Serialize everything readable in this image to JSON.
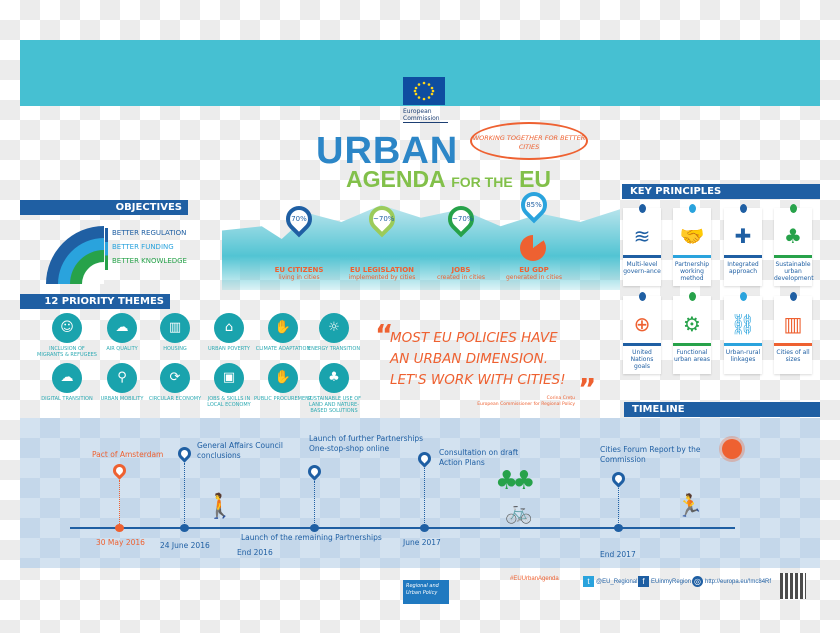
{
  "header": {
    "org_logo": "European Commission",
    "org_name": "European Commission",
    "title_line1": "URBAN",
    "title_line2": "AGENDA",
    "title_line2_small": "FOR THE",
    "title_line2_end": "EU",
    "slogan": "WORKING TOGETHER FOR BETTER CITIES"
  },
  "objectives": {
    "heading": "OBJECTIVES",
    "items": [
      {
        "label": "BETTER REGULATION",
        "color": "#1f5fa3"
      },
      {
        "label": "BETTER FUNDING",
        "color": "#2aa3dd"
      },
      {
        "label": "BETTER KNOWLEDGE",
        "color": "#27a24a"
      }
    ]
  },
  "themes": {
    "heading": "12 PRIORITY THEMES",
    "items": [
      {
        "label": "INCLUSION OF MIGRANTS & REFUGEES",
        "icon": "people-icon"
      },
      {
        "label": "AIR QUALITY",
        "icon": "cloud-icon"
      },
      {
        "label": "HOUSING",
        "icon": "building-icon"
      },
      {
        "label": "URBAN POVERTY",
        "icon": "shelter-icon"
      },
      {
        "label": "CLIMATE ADAPTATION",
        "icon": "hand-plant-icon"
      },
      {
        "label": "ENERGY TRANSITION",
        "icon": "plug-icon"
      },
      {
        "label": "DIGITAL TRANSITION",
        "icon": "cloud-digital-icon"
      },
      {
        "label": "URBAN MOBILITY",
        "icon": "location-pins-icon"
      },
      {
        "label": "CIRCULAR ECONOMY",
        "icon": "cycle-icon"
      },
      {
        "label": "JOBS & SKILLS IN LOCAL ECONOMY",
        "icon": "bag-icon"
      },
      {
        "label": "PUBLIC PROCUREMENT",
        "icon": "hand-money-icon"
      },
      {
        "label": "SUSTAINABLE USE OF LAND AND NATURE-BASED SOLUTIONS",
        "icon": "tree-bench-icon"
      }
    ]
  },
  "stats": [
    {
      "value": "70%",
      "title": "EU CITIZENS",
      "sub": "living in cities",
      "color": "#1f5fa3"
    },
    {
      "value": "~70%",
      "title": "EU LEGISLATION",
      "sub": "implemented by cities",
      "color": "#9bcb5a"
    },
    {
      "value": "~70%",
      "title": "JOBS",
      "sub": "created in cities",
      "color": "#27a24a"
    },
    {
      "value": "85%",
      "title": "EU GDP",
      "sub": "generated in cities",
      "color": "#2aa3dd"
    }
  ],
  "key_principles": {
    "heading": "KEY PRINCIPLES",
    "items": [
      {
        "label": "Multi-level govern-ance",
        "icon": "layers-icon",
        "color": "#1f5fa3"
      },
      {
        "label": "Partnership working method",
        "icon": "handshake-icon",
        "color": "#2aa3dd"
      },
      {
        "label": "Integrated approach",
        "icon": "puzzle-icon",
        "color": "#1f5fa3"
      },
      {
        "label": "Sustainable urban development",
        "icon": "tree-icon",
        "color": "#27a24a"
      },
      {
        "label": "United Nations goals",
        "icon": "globe-icon",
        "color": "#1f5fa3"
      },
      {
        "label": "Functional urban areas",
        "icon": "gears-icon",
        "color": "#27a24a"
      },
      {
        "label": "Urban-rural linkages",
        "icon": "link-icon",
        "color": "#2aa3dd"
      },
      {
        "label": "Cities of all sizes",
        "icon": "buildings-icon",
        "color": "#ee6131"
      }
    ]
  },
  "quote": {
    "lines": [
      "MOST EU POLICIES HAVE",
      "AN URBAN DIMENSION.",
      "LET'S WORK WITH CITIES!"
    ],
    "author": "Corina Crețu",
    "author_role": "European Commissioner for Regional Policy"
  },
  "timeline": {
    "heading": "TIMELINE",
    "events": [
      {
        "title": "Pact of Amsterdam",
        "date": "30 May 2016"
      },
      {
        "title": "General Affairs Council conclusions",
        "date": "24 June 2016"
      },
      {
        "title": "Launch of the remaining Partnerships",
        "date": "End 2016"
      },
      {
        "title": "Launch of further Partnerships One-stop-shop online",
        "date": ""
      },
      {
        "title": "Consultation on draft Action Plans",
        "date": "June 2017"
      },
      {
        "title": "Cities Forum Report by the Commission",
        "date": "End 2017"
      }
    ]
  },
  "footer": {
    "badge": "Regional and Urban Policy",
    "hashtag": "#EUUrbanAgenda",
    "twitter": "@EU_Regional",
    "facebook": "EUinmyRegion",
    "url": "http://europa.eu/!mc84Rf"
  },
  "colors": {
    "orange": "#ee6131",
    "blue": "#1f5fa3",
    "teal": "#1aa3ad",
    "cyan": "#46c0d2",
    "green": "#27a24a"
  }
}
